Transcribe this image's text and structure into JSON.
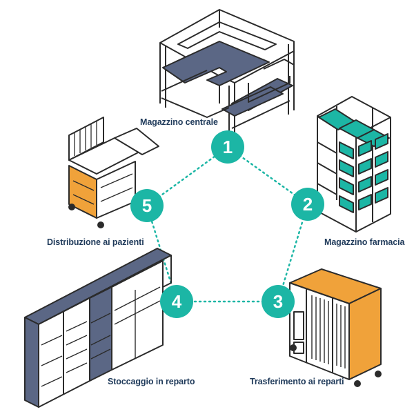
{
  "diagram": {
    "steps": [
      {
        "number": "1",
        "label": "Magazzino centrale"
      },
      {
        "number": "2",
        "label": "Magazzino farmacia"
      },
      {
        "number": "3",
        "label": "Trasferimento ai reparti"
      },
      {
        "number": "4",
        "label": "Stoccaggio in reparto"
      },
      {
        "number": "5",
        "label": "Distribuzione ai pazienti"
      }
    ],
    "colors": {
      "teal": "#1cb6a5",
      "navy": "#5b6785",
      "orange": "#f0a23a",
      "line": "#2b2b2b",
      "text": "#1f3a5a"
    }
  }
}
